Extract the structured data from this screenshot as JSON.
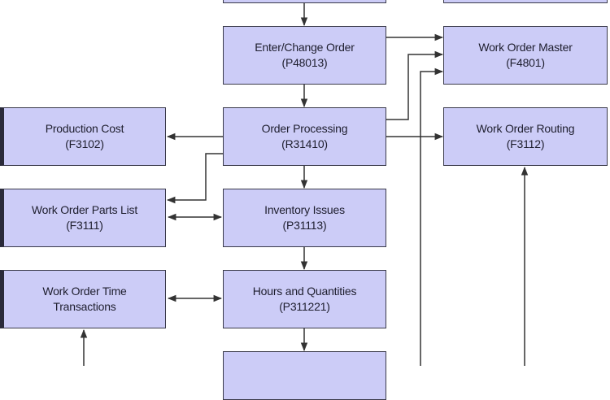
{
  "diagram": {
    "title": "Work Order Processing Flow",
    "nodes": {
      "top_center": {
        "line1": "",
        "line2": ""
      },
      "top_right": {
        "line1": "",
        "line2": ""
      },
      "enter_change_order": {
        "line1": "Enter/Change Order",
        "line2": "(P48013)"
      },
      "work_order_master": {
        "line1": "Work Order Master",
        "line2": "(F4801)"
      },
      "production_cost": {
        "line1": "Production Cost",
        "line2": "(F3102)"
      },
      "order_processing": {
        "line1": "Order Processing",
        "line2": "(R31410)"
      },
      "work_order_routing": {
        "line1": "Work Order Routing",
        "line2": "(F3112)"
      },
      "work_order_parts_list": {
        "line1": "Work Order Parts List",
        "line2": "(F3111)"
      },
      "inventory_issues": {
        "line1": "Inventory Issues",
        "line2": "(P31113)"
      },
      "work_order_time_transactions": {
        "line1": "Work Order Time",
        "line2": "Transactions"
      },
      "hours_and_quantities": {
        "line1": "Hours and Quantities",
        "line2": "(P311221)"
      },
      "bottom_center": {
        "line1": "",
        "line2": ""
      }
    },
    "edges": [
      {
        "from": "top_center",
        "to": "enter_change_order"
      },
      {
        "from": "enter_change_order",
        "to": "work_order_master"
      },
      {
        "from": "enter_change_order",
        "to": "order_processing"
      },
      {
        "from": "order_processing",
        "to": "work_order_master"
      },
      {
        "from": "order_processing",
        "to": "production_cost"
      },
      {
        "from": "order_processing",
        "to": "work_order_routing"
      },
      {
        "from": "order_processing",
        "to": "work_order_parts_list"
      },
      {
        "from": "order_processing",
        "to": "inventory_issues"
      },
      {
        "from": "inventory_issues",
        "to": "work_order_parts_list",
        "bidirectional": true
      },
      {
        "from": "inventory_issues",
        "to": "hours_and_quantities"
      },
      {
        "from": "hours_and_quantities",
        "to": "work_order_time_transactions",
        "bidirectional": true
      },
      {
        "from": "hours_and_quantities",
        "to": "bottom_center"
      }
    ],
    "colors": {
      "box_fill": "#ccccf7",
      "box_border": "#3a3a4a",
      "line": "#333333",
      "text": "#1e1e2e"
    }
  }
}
